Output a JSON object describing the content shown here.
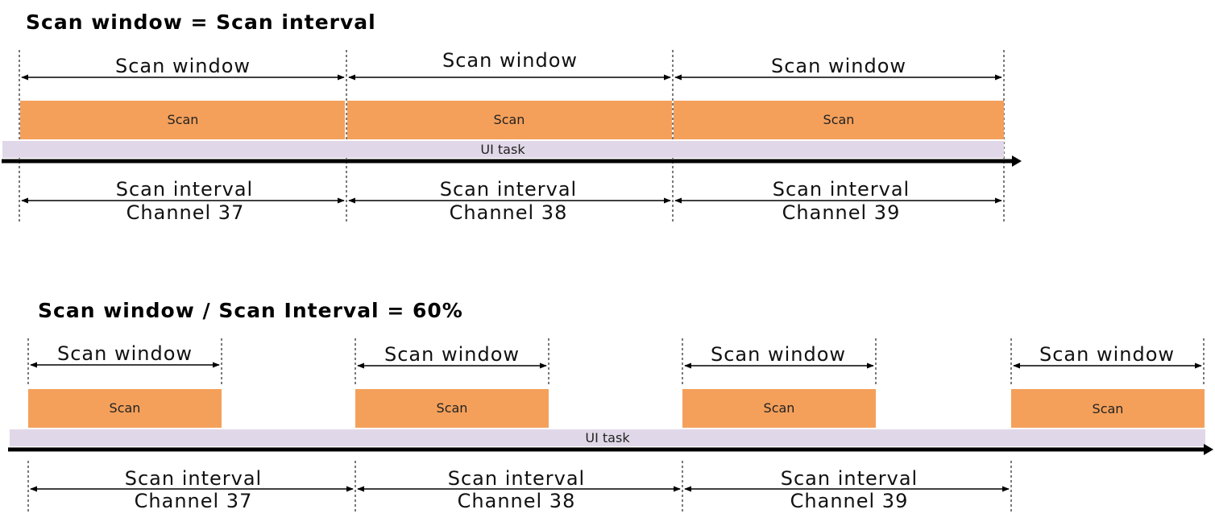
{
  "panel_top": {
    "title": "Scan window = Scan interval",
    "window_labels": [
      "Scan window",
      "Scan window",
      "Scan window"
    ],
    "scan_labels": [
      "Scan",
      "Scan",
      "Scan"
    ],
    "task_label": "UI task",
    "interval_labels": [
      "Scan interval",
      "Scan interval",
      "Scan interval"
    ],
    "channel_labels": [
      "Channel 37",
      "Channel 38",
      "Channel 39"
    ]
  },
  "panel_bottom": {
    "title": "Scan window / Scan Interval = 60%",
    "window_labels": [
      "Scan window",
      "Scan window",
      "Scan window",
      "Scan window"
    ],
    "scan_labels": [
      "Scan",
      "Scan",
      "Scan",
      "Scan"
    ],
    "task_label": "UI task",
    "interval_labels": [
      "Scan interval",
      "Scan interval",
      "Scan interval"
    ],
    "channel_labels": [
      "Channel 37",
      "Channel 38",
      "Channel 39"
    ]
  },
  "colors": {
    "scan_bar": "#F4A05B",
    "ui_task_bar": "#E0D8E8",
    "axis": "#000000"
  }
}
